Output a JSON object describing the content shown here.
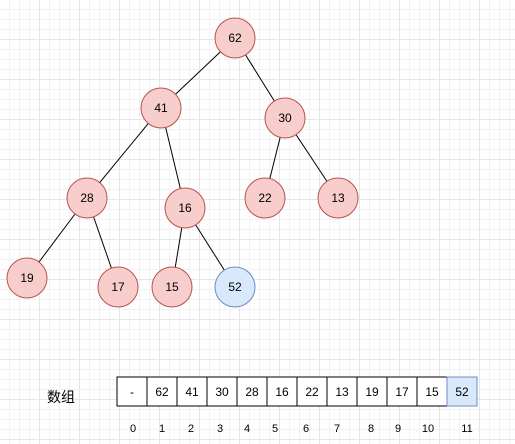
{
  "colors": {
    "node_fill": "#f8cecc",
    "node_stroke": "#b85450",
    "highlight_fill": "#dae8fc",
    "highlight_stroke": "#6c8ebf",
    "edge": "#000000"
  },
  "tree": {
    "nodes": [
      {
        "id": "n1",
        "value": "62"
      },
      {
        "id": "n2",
        "value": "41"
      },
      {
        "id": "n3",
        "value": "30"
      },
      {
        "id": "n4",
        "value": "28"
      },
      {
        "id": "n5",
        "value": "16"
      },
      {
        "id": "n6",
        "value": "22"
      },
      {
        "id": "n7",
        "value": "13"
      },
      {
        "id": "n8",
        "value": "19"
      },
      {
        "id": "n9",
        "value": "17"
      },
      {
        "id": "n10",
        "value": "15"
      },
      {
        "id": "n11",
        "value": "52",
        "highlight": true
      }
    ],
    "edges": [
      [
        "n1",
        "n2"
      ],
      [
        "n1",
        "n3"
      ],
      [
        "n2",
        "n4"
      ],
      [
        "n2",
        "n5"
      ],
      [
        "n3",
        "n6"
      ],
      [
        "n3",
        "n7"
      ],
      [
        "n4",
        "n8"
      ],
      [
        "n4",
        "n9"
      ],
      [
        "n5",
        "n10"
      ],
      [
        "n5",
        "n11"
      ]
    ]
  },
  "array": {
    "caption": "数组",
    "cells": [
      {
        "value": "-",
        "index": "0"
      },
      {
        "value": "62",
        "index": "1"
      },
      {
        "value": "41",
        "index": "2"
      },
      {
        "value": "30",
        "index": "3"
      },
      {
        "value": "28",
        "index": "4"
      },
      {
        "value": "16",
        "index": "5"
      },
      {
        "value": "22",
        "index": "6"
      },
      {
        "value": "13",
        "index": "7"
      },
      {
        "value": "19",
        "index": "8"
      },
      {
        "value": "17",
        "index": "9"
      },
      {
        "value": "15",
        "index": "10"
      },
      {
        "value": "52",
        "index": "11",
        "highlight": true
      }
    ]
  }
}
